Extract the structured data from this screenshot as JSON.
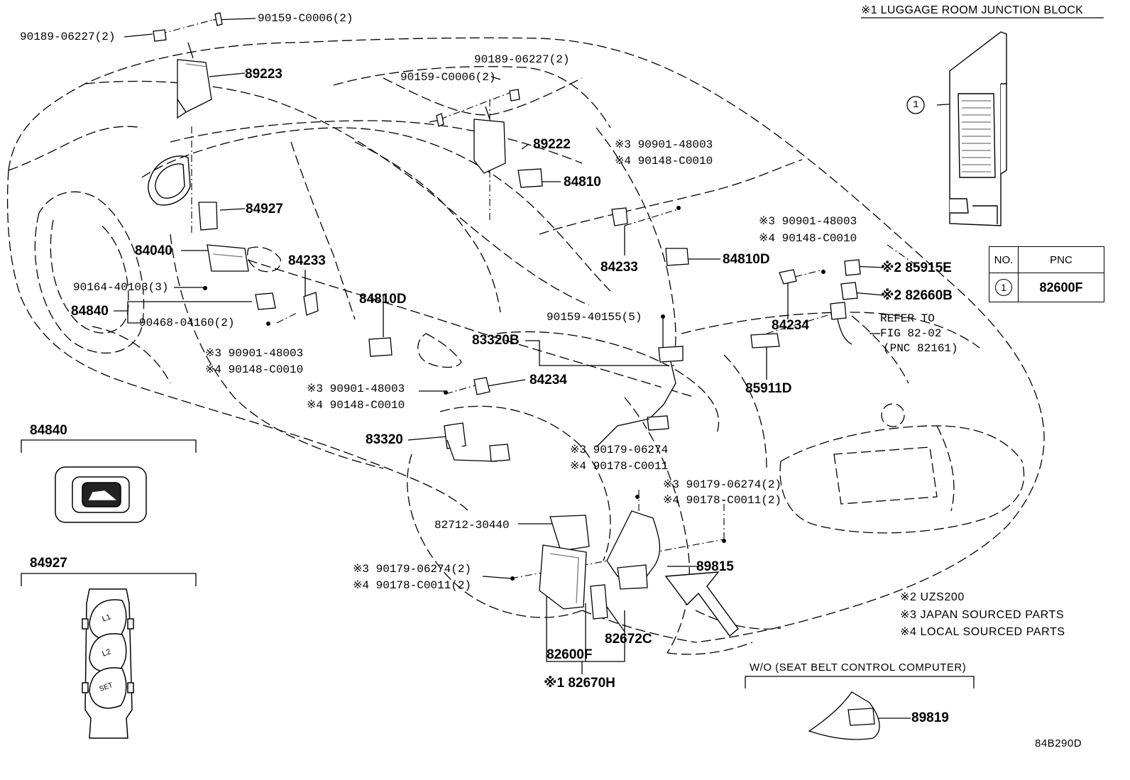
{
  "header_note": "※1 LUGGAGE ROOM JUNCTION BLOCK",
  "junction_block_callout": "1",
  "table": {
    "headers": [
      "NO.",
      "PNC"
    ],
    "rows": [
      {
        "no": "1",
        "pnc": "82600F"
      }
    ]
  },
  "labels": {
    "p90159_c0006_2_top": "90159-C0006(2)",
    "p90189_06227_2_left": "90189-06227(2)",
    "p89223": "89223",
    "p90189_06227_2_mid": "90189-06227(2)",
    "p90159_c0006_2_mid": "90159-C0006(2)",
    "p89222": "89222",
    "p84810": "84810",
    "n3_90901_48003_a": "※3 90901-48003",
    "n4_90148_c0010_a": "※4 90148-C0010",
    "p84927": "84927",
    "p84040": "84040",
    "p84233_a": "84233",
    "p84233_b": "84233",
    "n3_90901_48003_b": "※3 90901-48003",
    "n4_90148_c0010_b": "※4 90148-C0010",
    "p84810d_a": "84810D",
    "p85915e": "※2 85915E",
    "p82660b": "※2 82660B",
    "refer_1": "REFER TO",
    "refer_2": "FIG 82-02",
    "refer_3": "(PNC 82161)",
    "p90164_40103_3": "90164-40103(3)",
    "p84840": "84840",
    "p90468_04160_2": "90468-04160(2)",
    "p84810d_b": "84810D",
    "p90159_40155_5": "90159-40155(5)",
    "p84234_a": "84234",
    "p85911d": "85911D",
    "p83320b": "83320B",
    "n3_90901_48003_c": "※3 90901-48003",
    "n4_90148_c0010_c": "※4 90148-C0010",
    "p84234_b": "84234",
    "n3_90901_48003_d": "※3 90901-48003",
    "n4_90148_c0010_d": "※4 90148-C0010",
    "p83320": "83320",
    "n3_90179_06274_a": "※3 90179-06274",
    "n4_90178_c0011_a": "※4 90178-C0011",
    "n3_90179_06274_2_b": "※3 90179-06274(2)",
    "n4_90178_c0011_2_b": "※4 90178-C0011(2)",
    "p82712_30440": "82712-30440",
    "p89815": "89815",
    "n3_90179_06274_2_c": "※3 90179-06274(2)",
    "n4_90178_c0011_2_c": "※4 90178-C0011(2)",
    "p82672c": "82672C",
    "p82600f": "82600F",
    "p82670h": "※1 82670H",
    "inset_84840": "84840",
    "inset_84927": "84927",
    "wo_label": "W/O (SEAT BELT CONTROL COMPUTER)",
    "p89819": "89819",
    "note_2": "※2 UZS200",
    "note_3": "※3 JAPAN SOURCED PARTS",
    "note_4": "※4 LOCAL SOURCED PARTS",
    "diagram_code": "84B290D"
  },
  "switch_labels": {
    "l1": "L1",
    "l2": "L2",
    "set": "SET"
  },
  "colors": {
    "ink": "#000000",
    "paper": "#ffffff",
    "part_shade": "#9a9a9a"
  }
}
